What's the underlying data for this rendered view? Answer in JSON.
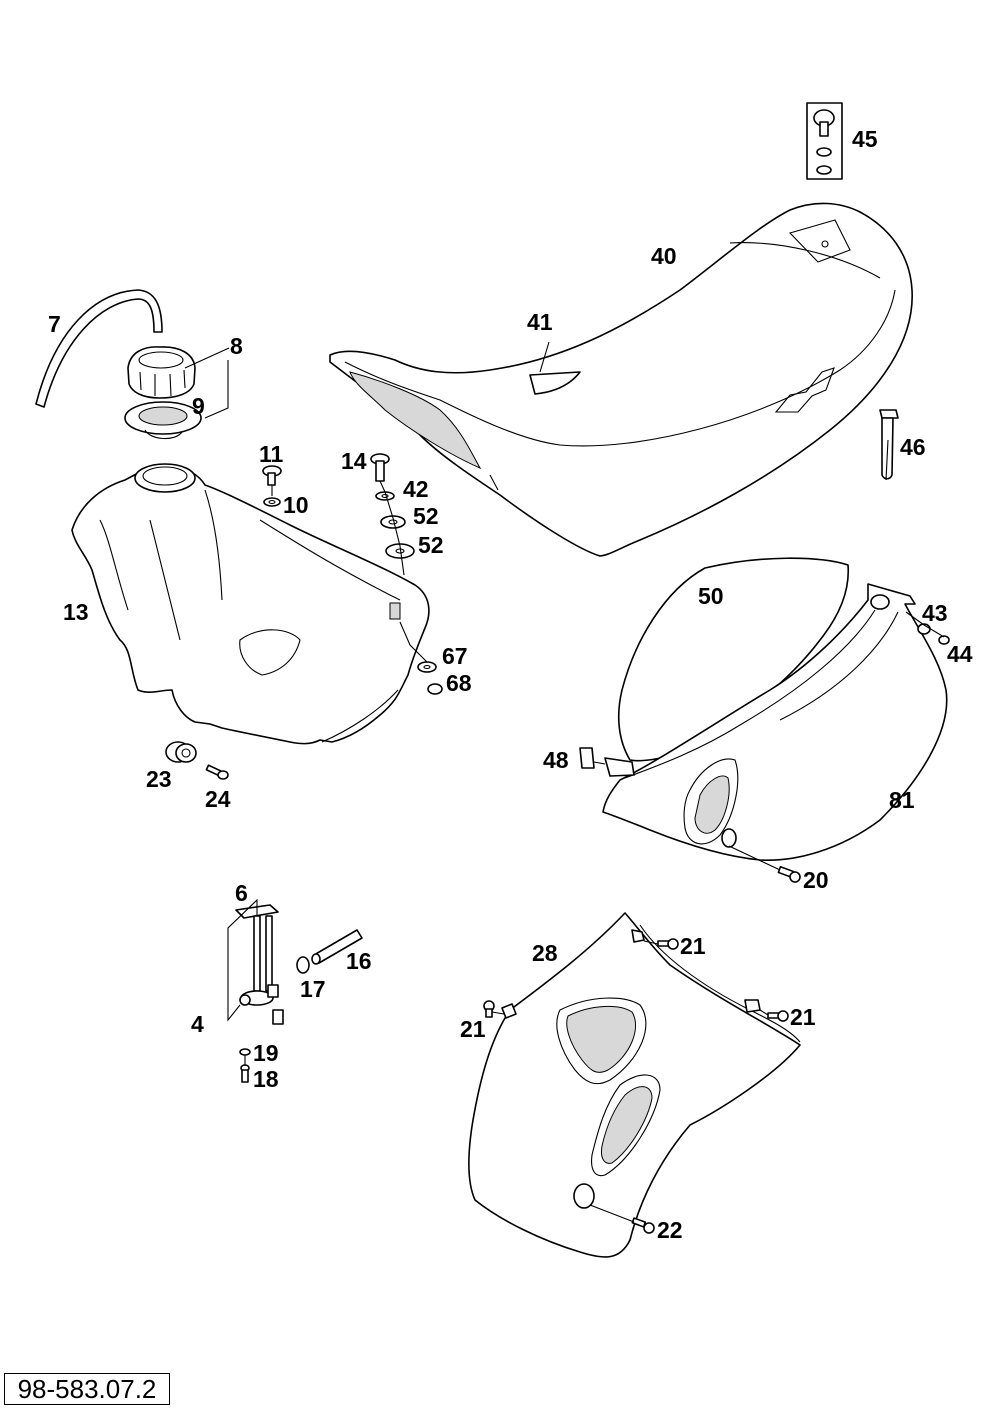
{
  "diagram": {
    "reference_number": "98-583.07.2",
    "callouts": [
      {
        "id": "c-7",
        "text": "7"
      },
      {
        "id": "c-8",
        "text": "8"
      },
      {
        "id": "c-9",
        "text": "9"
      },
      {
        "id": "c-11",
        "text": "11"
      },
      {
        "id": "c-10",
        "text": "10"
      },
      {
        "id": "c-13",
        "text": "13"
      },
      {
        "id": "c-14",
        "text": "14"
      },
      {
        "id": "c-42",
        "text": "42"
      },
      {
        "id": "c-52a",
        "text": "52"
      },
      {
        "id": "c-52b",
        "text": "52"
      },
      {
        "id": "c-67",
        "text": "67"
      },
      {
        "id": "c-68",
        "text": "68"
      },
      {
        "id": "c-23",
        "text": "23"
      },
      {
        "id": "c-24",
        "text": "24"
      },
      {
        "id": "c-45",
        "text": "45"
      },
      {
        "id": "c-40",
        "text": "40"
      },
      {
        "id": "c-41",
        "text": "41"
      },
      {
        "id": "c-46",
        "text": "46"
      },
      {
        "id": "c-50",
        "text": "50"
      },
      {
        "id": "c-43",
        "text": "43"
      },
      {
        "id": "c-44",
        "text": "44"
      },
      {
        "id": "c-48",
        "text": "48"
      },
      {
        "id": "c-81",
        "text": "81"
      },
      {
        "id": "c-20",
        "text": "20"
      },
      {
        "id": "c-6",
        "text": "6"
      },
      {
        "id": "c-16",
        "text": "16"
      },
      {
        "id": "c-17",
        "text": "17"
      },
      {
        "id": "c-4",
        "text": "4"
      },
      {
        "id": "c-19",
        "text": "19"
      },
      {
        "id": "c-18",
        "text": "18"
      },
      {
        "id": "c-28",
        "text": "28"
      },
      {
        "id": "c-21a",
        "text": "21"
      },
      {
        "id": "c-21b",
        "text": "21"
      },
      {
        "id": "c-21c",
        "text": "21"
      },
      {
        "id": "c-22",
        "text": "22"
      }
    ]
  }
}
